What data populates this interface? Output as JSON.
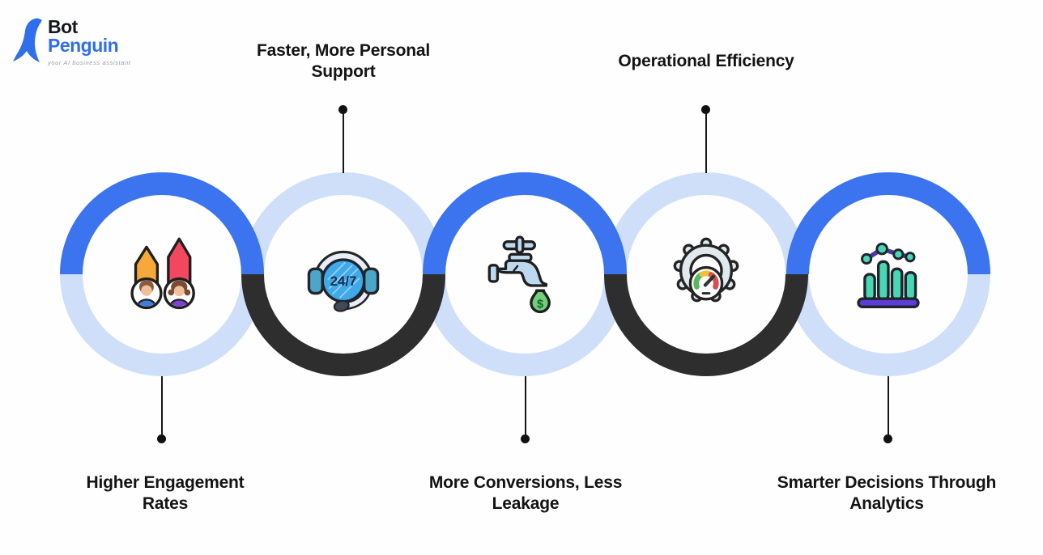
{
  "page": {
    "background": "#FFFFFF"
  },
  "logo": {
    "brand_line1": "Bot",
    "brand_line2": "Penguin",
    "tagline": "your AI business assistant"
  },
  "colors": {
    "accent_blue": "#3B74EE",
    "ring_light": "#CFDFFA",
    "ring_dark": "#2E2E2E",
    "text_dark": "#131313",
    "logo_blue": "#2F6FED",
    "icon_orange": "#F6A83B",
    "icon_red": "#F2475F",
    "icon_teal": "#49D6B4",
    "icon_green": "#72CE78",
    "icon_purple": "#5B3FD4",
    "icon_sky": "#3FA9E9"
  },
  "benefits": [
    {
      "id": 1,
      "label": "Higher Engagement Rates",
      "label_position": "bottom",
      "icon": "engagement-users-icon"
    },
    {
      "id": 2,
      "label": "Faster, More Personal Support",
      "label_position": "top",
      "icon": "headset-24-7-icon",
      "badge_text": "24/7"
    },
    {
      "id": 3,
      "label": "More Conversions, Less Leakage",
      "label_position": "bottom",
      "icon": "faucet-money-icon",
      "money_symbol": "$"
    },
    {
      "id": 4,
      "label": "Operational Efficiency",
      "label_position": "top",
      "icon": "gear-gauge-icon"
    },
    {
      "id": 5,
      "label": "Smarter Decisions Through Analytics",
      "label_position": "bottom",
      "icon": "analytics-bars-icon"
    }
  ]
}
